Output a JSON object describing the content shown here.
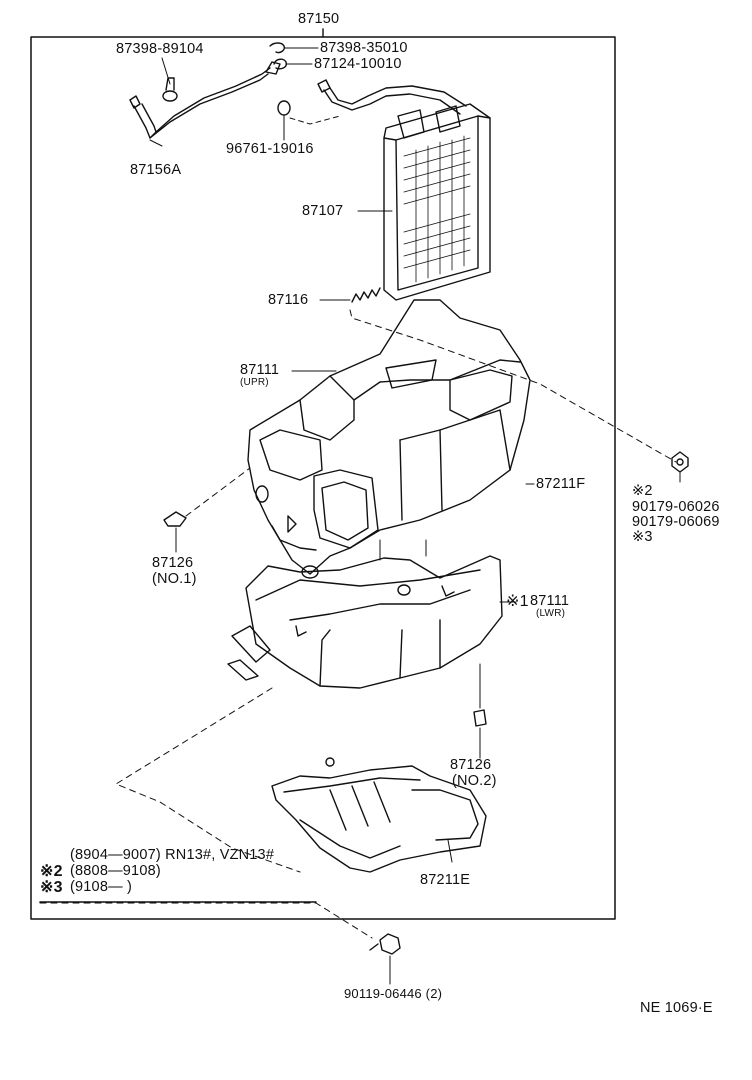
{
  "parts": {
    "assembly": "87150",
    "hose_clamp_a": "87398-89104",
    "hose_clamp_b": "87398-35010",
    "hose_clamp_c": "87124-10010",
    "water_hose": "87156A",
    "o_ring": "96761-19016",
    "heater_core": "87107",
    "clamp_spring": "87116",
    "case_upper": "87111",
    "case_upper_tag": "(UPR)",
    "duct_f": "87211F",
    "clip_1": "87126",
    "clip_1_tag": "(NO.1)",
    "screw_note_mark2": "※2",
    "screw_a": "90179-06026",
    "screw_b": "90179-06069",
    "screw_note_mark3": "※3",
    "case_lower_mark": "※1",
    "case_lower": "87111",
    "case_lower_tag": "(LWR)",
    "clip_2": "87126",
    "clip_2_tag": "(NO.2)",
    "duct_e": "87211E",
    "bolt": "90119-06446 (2)"
  },
  "notes": {
    "line1": "(8904—9007) RN13#, VZN13#",
    "line2_mark": "※2",
    "line2": "(8808—9108)",
    "line3_mark": "※3",
    "line3": "(9108—          )"
  },
  "footer": {
    "code": "NE  1069·E"
  }
}
